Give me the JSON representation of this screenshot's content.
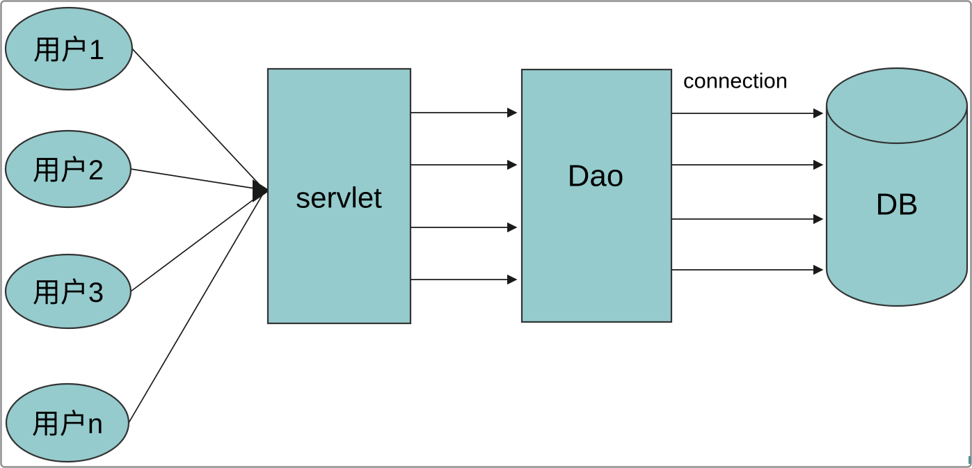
{
  "diagram": {
    "user_nodes": [
      {
        "label": "用户1"
      },
      {
        "label": "用户2"
      },
      {
        "label": "用户3"
      },
      {
        "label": "用户n"
      }
    ],
    "servlet": {
      "label": "servlet"
    },
    "dao": {
      "label": "Dao"
    },
    "db": {
      "label": "DB"
    },
    "connection_label": "connection",
    "colors": {
      "node_fill": "#95cbcd",
      "node_stroke": "#333333",
      "line": "#1a1a1a",
      "text": "#000000",
      "frame_border": "#909090",
      "background": "#ffffff"
    }
  }
}
